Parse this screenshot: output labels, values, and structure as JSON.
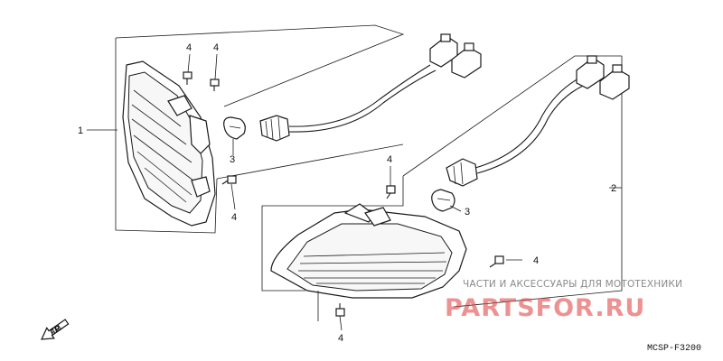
{
  "callouts": {
    "c1": "1",
    "c2": "2",
    "c3a": "3",
    "c3b": "3",
    "c4a": "4",
    "c4b": "4",
    "c4c": "4",
    "c4d": "4",
    "c4e": "4",
    "c4f": "4"
  },
  "direction_label": "FR.",
  "diagram_code": "MCSP-F3200",
  "watermark": {
    "tagline": "ЧАСТИ И АКСЕССУАРЫ ДЛЯ МОТОТЕХНИКИ",
    "brand": "PARTSFOR.RU",
    "color": "#e24a4a"
  },
  "icons": {
    "direction_arrow": "arrow-front-icon",
    "screw": "screw-icon",
    "bulb": "bulb-icon",
    "socket": "socket-icon",
    "connector": "connector-icon"
  }
}
